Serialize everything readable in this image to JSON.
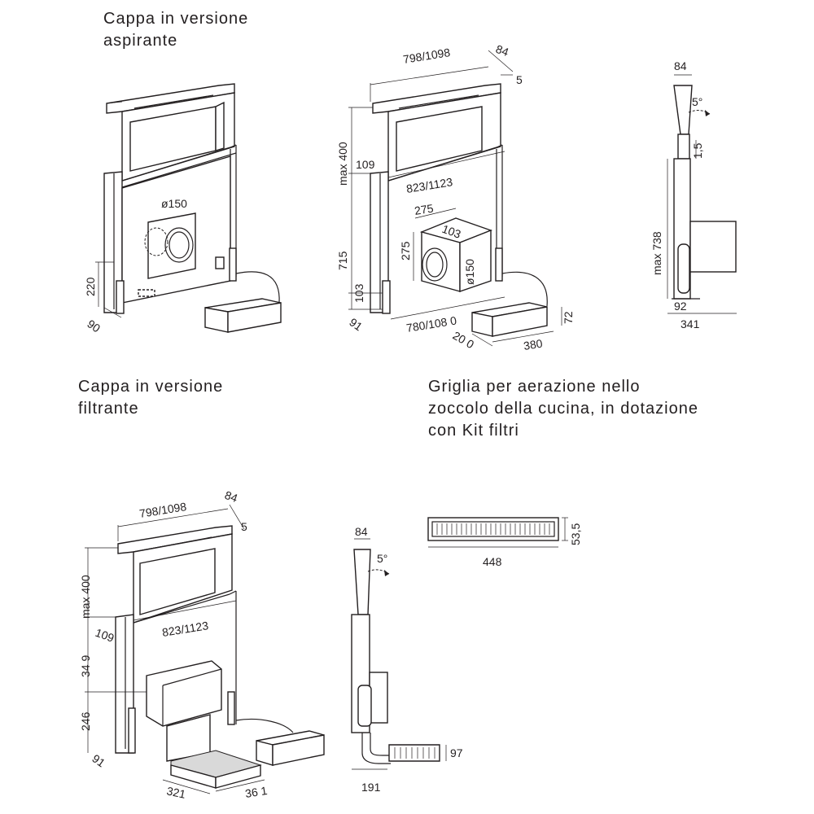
{
  "headings": {
    "aspirante": "Cappa in versione\naspirante",
    "filtrante": "Cappa in versione\nfiltrante",
    "griglia": "Griglia per aerazione nello\nzoccolo della cucina, in dotazione\ncon Kit filtri"
  },
  "aspirante_view": {
    "diameter": "ø150",
    "height_220": "220",
    "depth_90": "90"
  },
  "dimensioned_view": {
    "width_top": "798/1098",
    "depth_84": "84",
    "offset_5": "5",
    "max_400": "max 400",
    "dim_109": "109",
    "width_823": "823/1123",
    "box_275_w": "275",
    "box_275_h": "275",
    "box_103": "103",
    "box_d150": "ø150",
    "height_715": "715",
    "height_103": "103",
    "dim_91": "91",
    "width_780": "780/108 0",
    "dim_72": "72",
    "dim_200": "20 0",
    "dim_380": "380"
  },
  "side_view": {
    "top_84": "84",
    "angle_5": "5°",
    "gap_15": "1,5",
    "max_738": "max 738",
    "dim_92": "92",
    "dim_341": "341"
  },
  "filtrante_view": {
    "width_top": "798/1098",
    "depth_84": "84",
    "offset_5": "5",
    "max_400": "max 400",
    "dim_109": "109",
    "width_823": "823/1123",
    "height_349": "34 9",
    "height_246": "246",
    "dim_91": "91",
    "dim_321": "321",
    "dim_361": "36 1"
  },
  "filtrante_side": {
    "top_84": "84",
    "angle_5": "5°",
    "dim_97": "97",
    "dim_191": "191"
  },
  "griglia": {
    "height_535": "53,5",
    "width_448": "448"
  }
}
